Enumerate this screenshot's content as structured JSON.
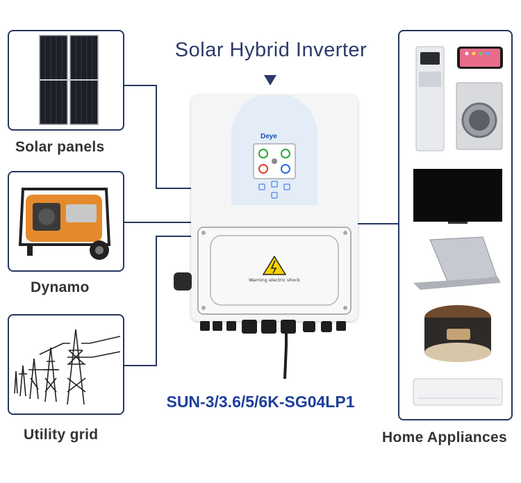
{
  "title": "Solar Hybrid Inverter",
  "model": "SUN-3/3.6/5/6K-SG04LP1",
  "inverter": {
    "brand": "Deye",
    "warning_text": "Warning electric shock"
  },
  "sources": [
    {
      "label": "Solar panels",
      "icon": "solar-panel-icon"
    },
    {
      "label": "Dynamo",
      "icon": "generator-icon"
    },
    {
      "label": "Utility grid",
      "icon": "power-tower-icon"
    }
  ],
  "loads": {
    "label": "Home Appliances",
    "items": [
      "water-dispenser-icon",
      "phone-icon",
      "washing-machine-icon",
      "tv-icon",
      "laptop-icon",
      "rice-cooker-icon",
      "air-conditioner-icon"
    ]
  },
  "colors": {
    "frame": "#26365e",
    "title": "#2c3a6a",
    "model": "#1d3f9a"
  }
}
